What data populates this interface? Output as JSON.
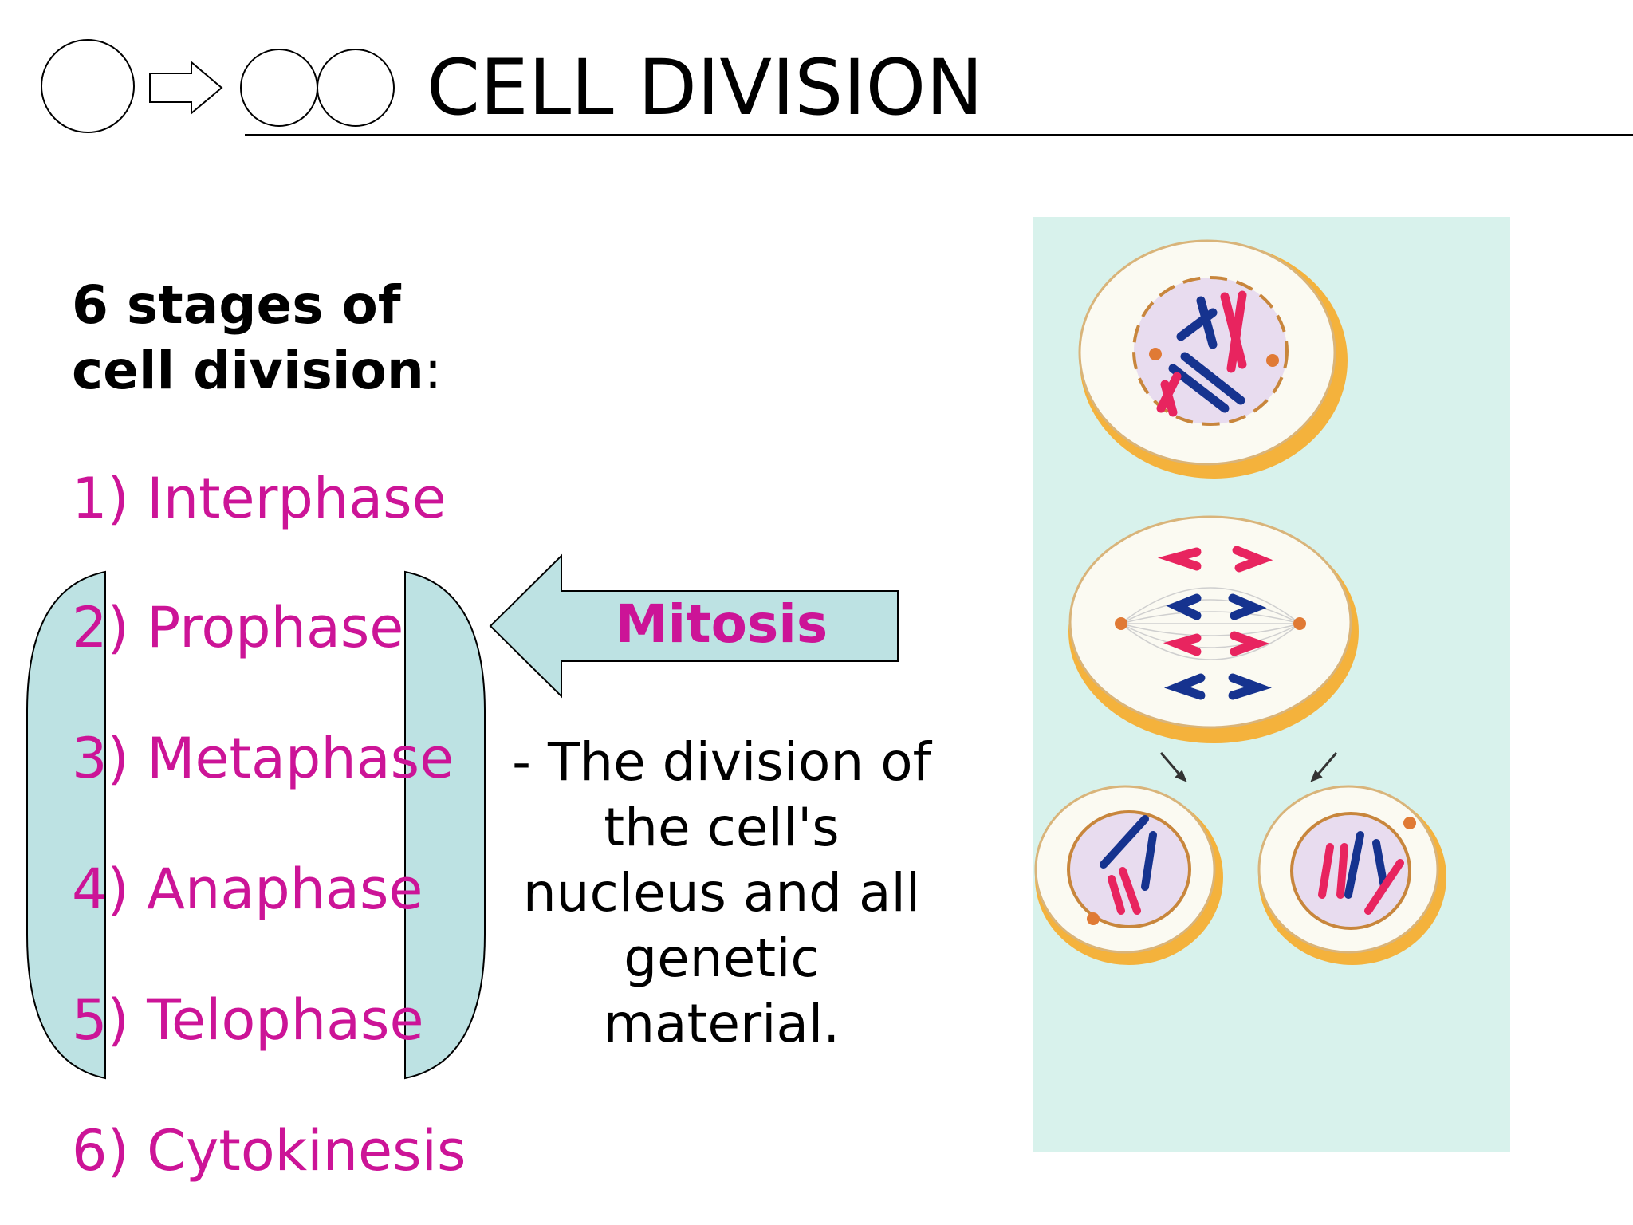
{
  "slide": {
    "title": "CELL DIVISION",
    "heading_line1": "6 stages of",
    "heading_line2": "cell division",
    "heading_colon": ":",
    "stages": [
      "1) Interphase",
      "2) Prophase",
      "3) Metaphase",
      "4) Anaphase",
      "5) Telophase",
      "6) Cytokinesis"
    ],
    "mitosis_label": "Mitosis",
    "description_lines": [
      "- The division of",
      "the cell's",
      "nucleus and all",
      "genetic",
      "material."
    ]
  },
  "colors": {
    "stage_text": "#cc1497",
    "bracket_fill": "#bde2e3",
    "panel_bg": "#d8f2ec",
    "chromosome_red": "#e8245f",
    "chromosome_blue": "#16338f",
    "cell_rim": "#f4b23c"
  },
  "icons": [
    "single-cell-icon",
    "arrow-right-icon",
    "two-cells-icon"
  ]
}
